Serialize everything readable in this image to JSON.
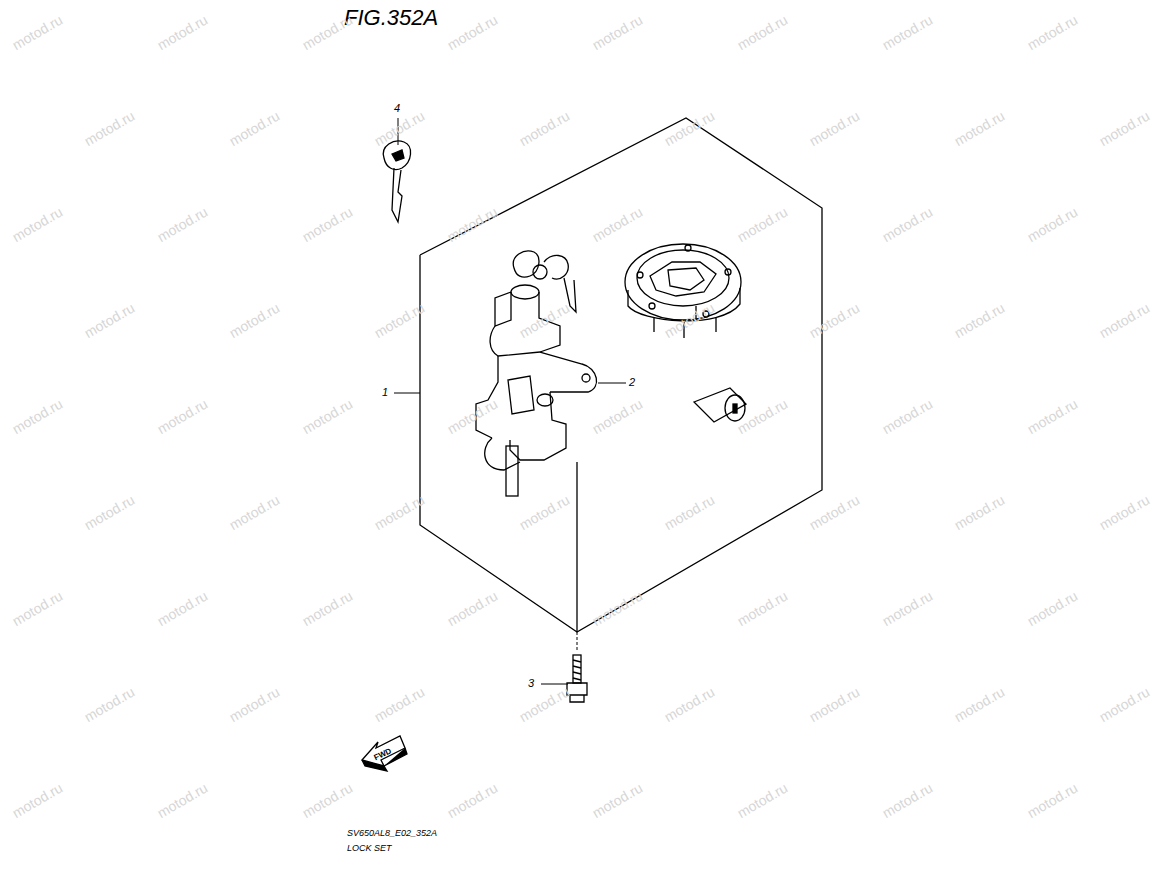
{
  "diagram": {
    "title": "FIG.352A",
    "labels": [
      "4",
      "1",
      "2",
      "3",
      "FWD",
      "SV650AL8_E02_352A",
      "LOCK SET",
      "motod.ru",
      "motod.ru",
      "motod.ru",
      "motod.ru",
      "motod.ru",
      "motod.ru",
      "motod.ru",
      "motod.ru",
      "motod.ru",
      "motod.ru",
      "motod.ru",
      "motod.ru",
      "motod.ru",
      "motod.ru",
      "motod.ru",
      "motod.ru",
      "motod.ru",
      "motod.ru",
      "motod.ru",
      "motod.ru",
      "motod.ru",
      "motod.ru",
      "motod.ru",
      "motod.ru",
      "motod.ru",
      "motod.ru",
      "motod.ru",
      "motod.ru",
      "motod.ru",
      "motod.ru",
      "motod.ru",
      "motod.ru",
      "motod.ru",
      "motod.ru",
      "motod.ru",
      "motod.ru",
      "motod.ru",
      "motod.ru",
      "motod.ru",
      "motod.ru",
      "motod.ru",
      "motod.ru",
      "motod.ru",
      "motod.ru",
      "motod.ru",
      "motod.ru",
      "motod.ru",
      "motod.ru",
      "motod.ru",
      "motod.ru",
      "motod.ru",
      "motod.ru",
      "motod.ru",
      "motod.ru",
      "motod.ru",
      "motod.ru",
      "motod.ru",
      "motod.ru",
      "motod.ru",
      "motod.ru",
      "motod.ru",
      "motod.ru",
      "motod.ru",
      "motod.ru",
      "motod.ru",
      "motod.ru",
      "motod.ru",
      "motod.ru",
      "motod.ru",
      "motod.ru",
      "motod.ru",
      "motod.ru"
    ]
  }
}
